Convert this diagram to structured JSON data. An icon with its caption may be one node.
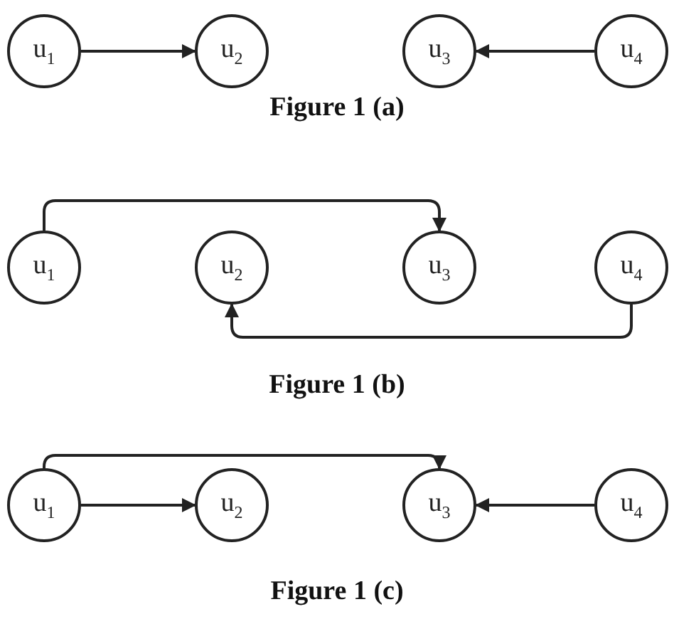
{
  "diagram": {
    "nodes": [
      {
        "text": [
          "u$_{1}$"
        ]
      },
      {
        "text": [
          "u$_{2}$"
        ]
      },
      {
        "text": [
          "u$_{3}$"
        ]
      },
      {
        "text": [
          "u$_{4}$"
        ]
      },
      {
        "text": [
          "u$_{1}$"
        ]
      },
      {
        "text": [
          "u$_{2}$"
        ]
      },
      {
        "text": [
          "u$_{3}$"
        ]
      },
      {
        "text": [
          "u$_{4}$"
        ]
      },
      {
        "text": [
          "u$_{1}$"
        ]
      },
      {
        "text": [
          "u$_{2}$"
        ]
      },
      {
        "text": [
          "u$_{3}$"
        ]
      },
      {
        "text": [
          "u$_{4}$"
        ]
      }
    ],
    "edges": [
      {
        "from": 0,
        "to": 1,
        "arrow": "to"
      },
      {
        "from": 3,
        "to": 2,
        "arrow": "to"
      },
      {
        "from": 4,
        "to": 6,
        "arrow": "to"
      },
      {
        "from": 7,
        "to": 5,
        "arrow": "to"
      },
      {
        "from": 8,
        "to": 9,
        "arrow": "to"
      },
      {
        "from": 8,
        "to": 10,
        "arrow": "to"
      },
      {
        "from": 11,
        "to": 10,
        "arrow": "to"
      }
    ],
    "labels": [
      "Figure 1 (a)",
      "Figure 1 (b)",
      "Figure 1 (c)"
    ]
  }
}
